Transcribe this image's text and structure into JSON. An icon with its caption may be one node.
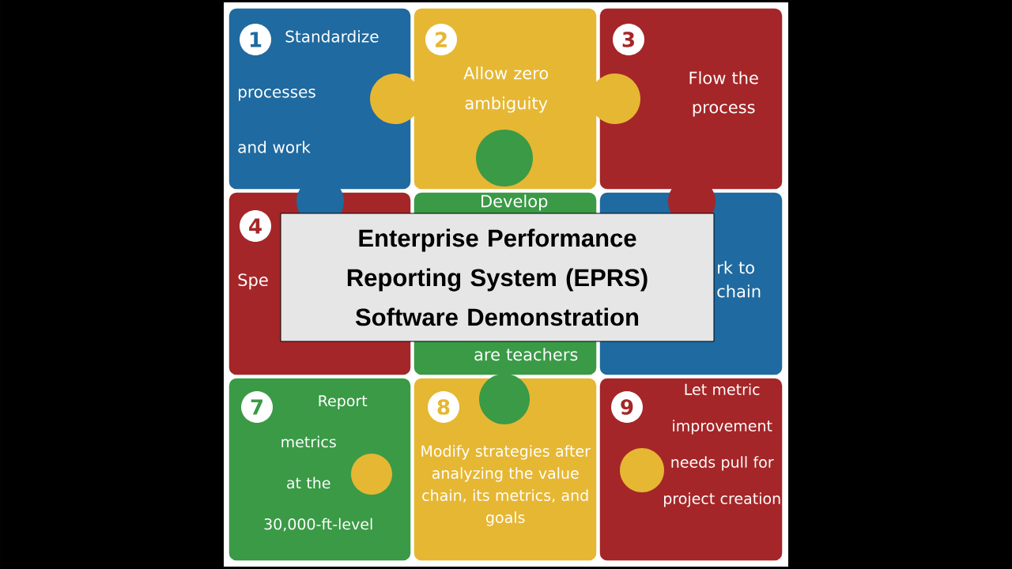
{
  "diagram": {
    "title": "Enterprise Performance Reporting System (EPRS) Software Demonstration",
    "nodes": [
      {
        "text": [
          "1",
          "Standardize processes and work"
        ]
      },
      {
        "text": [
          "2",
          "Allow zero ambiguity"
        ]
      },
      {
        "text": [
          "3",
          "Flow the process"
        ]
      },
      {
        "text": [
          "4",
          "Spe"
        ]
      },
      {
        "text": [
          "Develop",
          "are teachers"
        ]
      },
      {
        "text": [
          "rk to",
          "chain"
        ]
      },
      {
        "text": [
          "7",
          "Report metrics at the 30,000-ft-level"
        ]
      },
      {
        "text": [
          "8",
          "Modify strategies after analyzing the value chain, its metrics, and goals"
        ]
      },
      {
        "text": [
          "9",
          "Let metric improvement needs pull for project creation"
        ]
      }
    ]
  }
}
